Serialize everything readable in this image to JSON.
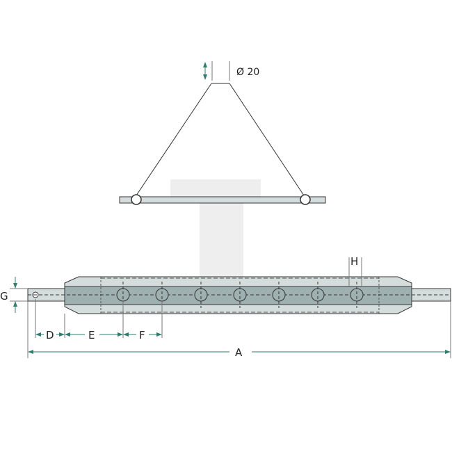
{
  "labels": {
    "diameter": "Ø 20",
    "A": "A",
    "D": "D",
    "E": "E",
    "F": "F",
    "G": "G",
    "H": "H"
  },
  "colors": {
    "body": "#d4dcdc",
    "band": "#9fb0b0",
    "dimension": "#2e7d6e",
    "outline": "#333333",
    "watermark": "#eeeeee"
  },
  "hole_count": 7
}
